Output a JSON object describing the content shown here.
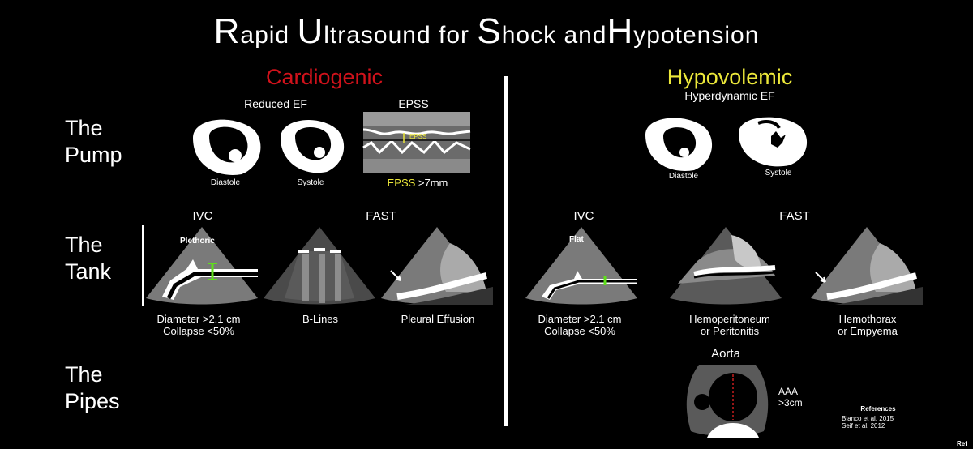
{
  "title": {
    "w1_initial": "R",
    "w1_rest": "apid",
    "w2_initial": "U",
    "w2_rest": "ltrasound",
    "w3": "for",
    "w4_initial": "S",
    "w4_rest": "hock",
    "w5": "and",
    "w6_initial": "H",
    "w6_rest": "ypotension"
  },
  "cardiogenic": {
    "heading": "Cardiogenic",
    "reduced_ef": "Reduced EF",
    "epss_title": "EPSS",
    "epss_marker": "EPSS",
    "epss_caption_yellow": "EPSS",
    "epss_caption_rest": " >7mm",
    "diastole": "Diastole",
    "systole": "Systole",
    "ivc_title": "IVC",
    "fast_title": "FAST",
    "plethoric": "Plethoric",
    "ivc_caption_1": "Diameter >2.1 cm",
    "ivc_caption_2": "Collapse <50%",
    "blines": "B-Lines",
    "pleural": "Pleural Effusion"
  },
  "hypovolemic": {
    "heading": "Hypovolemic",
    "sub": "Hyperdynamic EF",
    "diastole": "Diastole",
    "systole": "Systole",
    "ivc_title": "IVC",
    "fast_title": "FAST",
    "flat": "Flat",
    "ivc_caption_1": "Diameter >2.1 cm",
    "ivc_caption_2": "Collapse <50%",
    "hemoperitoneum_1": "Hemoperitoneum",
    "hemoperitoneum_2": "or Peritonitis",
    "hemothorax_1": "Hemothorax",
    "hemothorax_2": "or Empyema",
    "aorta": "Aorta",
    "aaa_1": "AAA",
    "aaa_2": ">3cm"
  },
  "rows": {
    "pump_1": "The",
    "pump_2": "Pump",
    "tank_1": "The",
    "tank_2": "Tank",
    "pipes_1": "The",
    "pipes_2": "Pipes"
  },
  "references": {
    "heading": "References",
    "ref1": "Blanco et al. 2015",
    "ref2": "Seif et al. 2012",
    "corner": "Ref"
  },
  "colors": {
    "cardiogenic": "#d0121b",
    "hypovolemic": "#ece83a",
    "ivc_marker": "#5ee01a"
  }
}
